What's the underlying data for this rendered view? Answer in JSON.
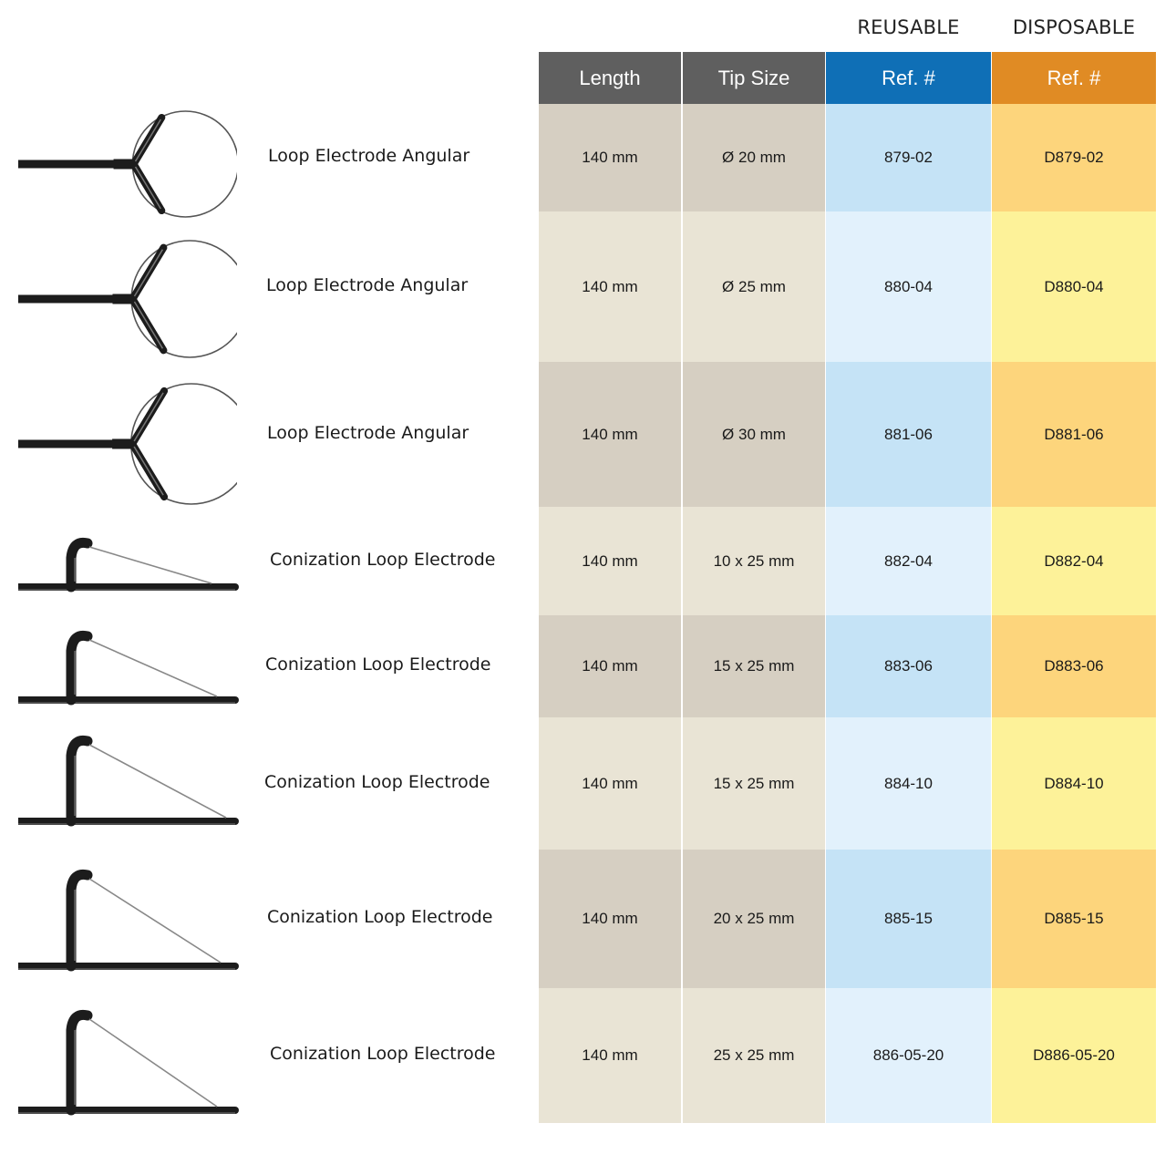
{
  "group_labels": {
    "reusable": "REUSABLE",
    "disposable": "DISPOSABLE"
  },
  "headers": {
    "length": "Length",
    "tip_size": "Tip Size",
    "ref_reusable": "Ref. #",
    "ref_disposable": "Ref. #"
  },
  "colors": {
    "header_gray": "#5f5f5f",
    "header_blue": "#0f6fb6",
    "header_orange": "#e08b24",
    "gray_dark": "#d6cfc2",
    "gray_light": "#e9e4d5",
    "blue_dark": "#c5e3f6",
    "blue_light": "#e2f1fc",
    "orange_dark": "#fdd57c",
    "orange_light": "#fdf299"
  },
  "rows": [
    {
      "name": "Loop Electrode Angular",
      "length": "140 mm",
      "tip": "Ø 20 mm",
      "ref": "879-02",
      "ref_d": "D879-02",
      "icon": "angular-loop-electrode-icon"
    },
    {
      "name": "Loop Electrode Angular",
      "length": "140 mm",
      "tip": "Ø 25 mm",
      "ref": "880-04",
      "ref_d": "D880-04",
      "icon": "angular-loop-electrode-icon"
    },
    {
      "name": "Loop Electrode Angular",
      "length": "140 mm",
      "tip": "Ø 30 mm",
      "ref": "881-06",
      "ref_d": "D881-06",
      "icon": "angular-loop-electrode-icon"
    },
    {
      "name": "Conization Loop Electrode",
      "length": "140 mm",
      "tip": "10 x 25 mm",
      "ref": "882-04",
      "ref_d": "D882-04",
      "icon": "conization-loop-electrode-icon"
    },
    {
      "name": "Conization Loop Electrode",
      "length": "140 mm",
      "tip": "15 x 25 mm",
      "ref": "883-06",
      "ref_d": "D883-06",
      "icon": "conization-loop-electrode-icon"
    },
    {
      "name": "Conization Loop Electrode",
      "length": "140 mm",
      "tip": "15 x 25 mm",
      "ref": "884-10",
      "ref_d": "D884-10",
      "icon": "conization-loop-electrode-icon"
    },
    {
      "name": "Conization Loop Electrode",
      "length": "140 mm",
      "tip": "20 x 25 mm",
      "ref": "885-15",
      "ref_d": "D885-15",
      "icon": "conization-loop-electrode-icon"
    },
    {
      "name": "Conization Loop Electrode",
      "length": "140 mm",
      "tip": "25 x 25 mm",
      "ref": "886-05-20",
      "ref_d": "D886-05-20",
      "icon": "conization-loop-electrode-icon"
    }
  ]
}
